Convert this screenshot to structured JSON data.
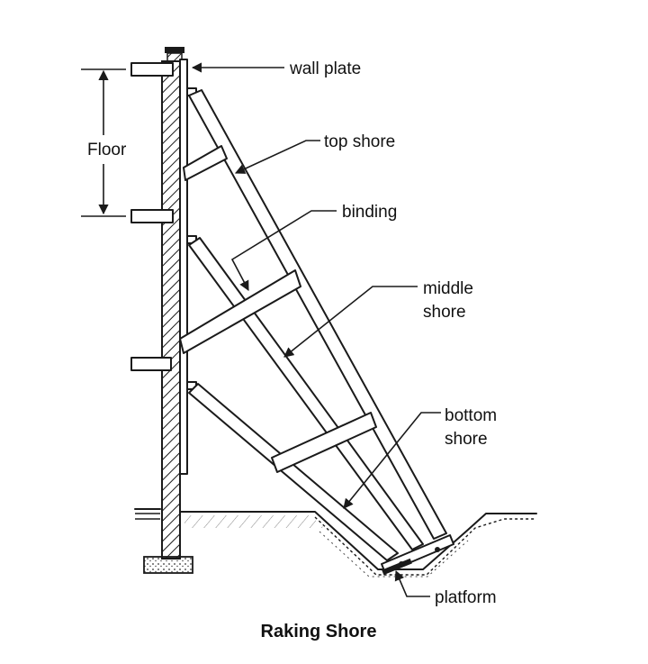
{
  "diagram": {
    "title": "Raking Shore",
    "labels": {
      "wall_plate": "wall plate",
      "top_shore": "top shore",
      "binding": "binding",
      "middle_shore_1": "middle",
      "middle_shore_2": "shore",
      "bottom_shore_1": "bottom",
      "bottom_shore_2": "shore",
      "platform": "platform",
      "floor": "Floor"
    },
    "colors": {
      "ink": "#1a1a1a",
      "background": "#ffffff"
    }
  }
}
